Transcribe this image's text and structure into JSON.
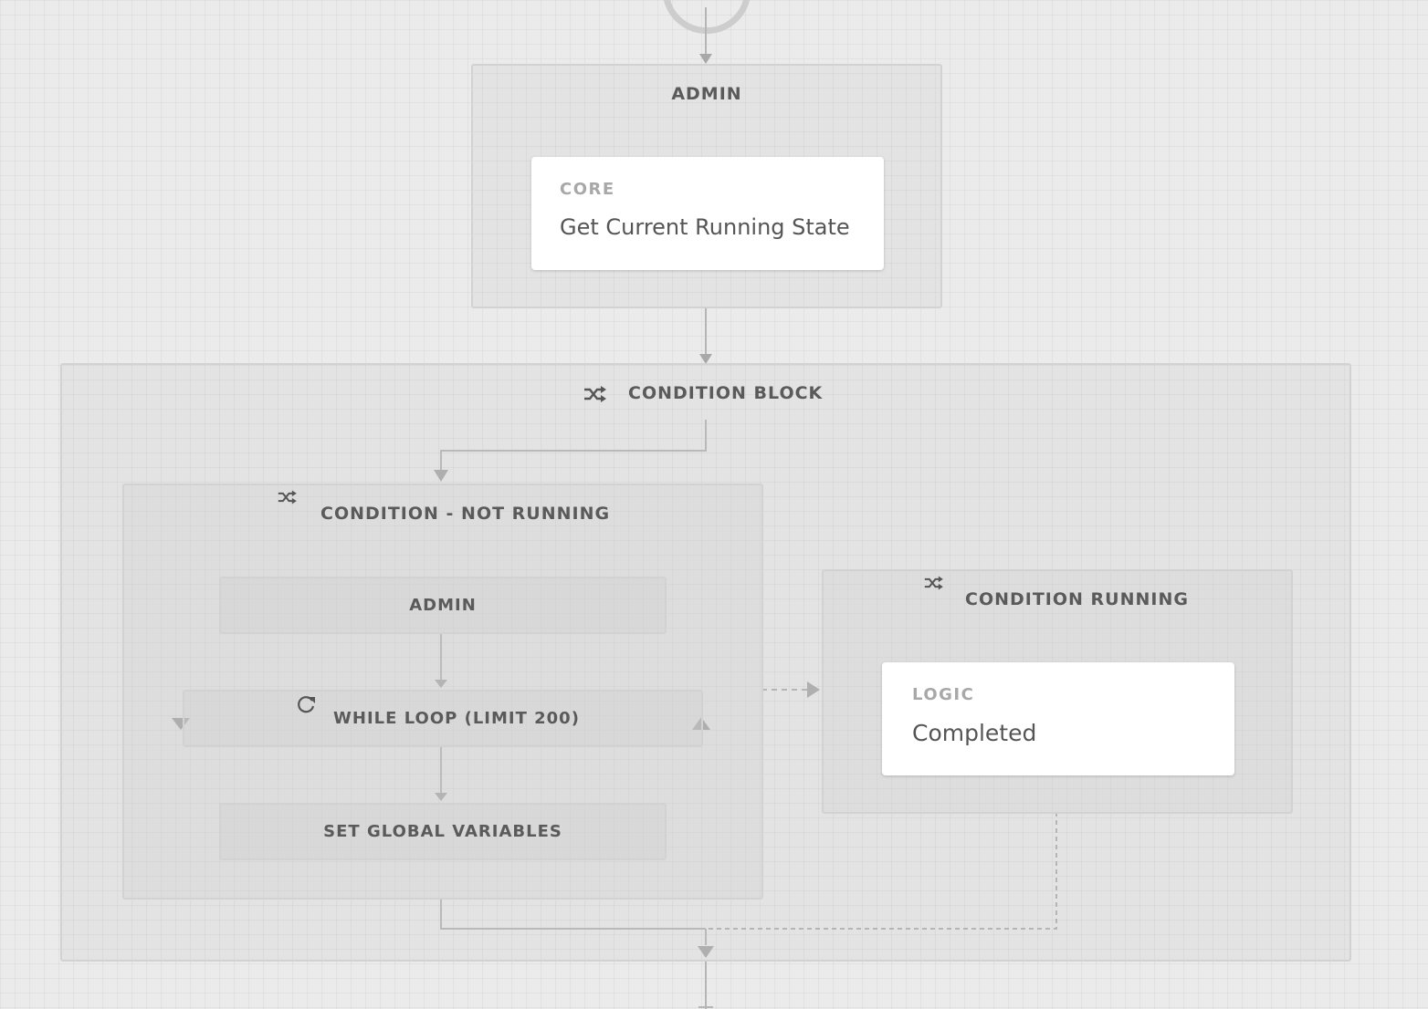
{
  "workflow": {
    "admin_block": {
      "title": "ADMIN",
      "card": {
        "category": "CORE",
        "name": "Get Current Running State"
      }
    },
    "condition_block": {
      "title": "CONDITION BLOCK",
      "icon": "shuffle-icon",
      "not_running": {
        "title": "CONDITION - NOT RUNNING",
        "icon": "shuffle-icon",
        "admin_label": "ADMIN",
        "loop_label": "WHILE LOOP (LIMIT 200)",
        "loop_icon": "refresh-icon",
        "set_vars_label": "SET GLOBAL VARIABLES"
      },
      "running": {
        "title": "CONDITION RUNNING",
        "icon": "shuffle-icon",
        "card": {
          "category": "LOGIC",
          "name": "Completed"
        }
      }
    }
  },
  "colors": {
    "background": "#ebebeb",
    "connector": "#b5b5b5",
    "text": "#5a5a5a",
    "card_category": "#a8a8a8"
  }
}
